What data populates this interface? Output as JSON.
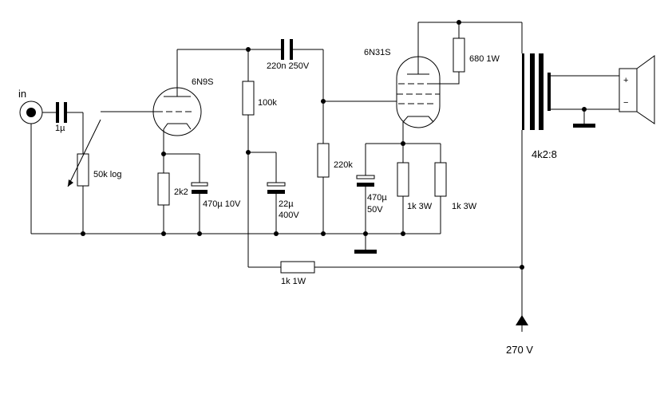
{
  "labels": {
    "input": "in",
    "c_in": "1µ",
    "pot": "50k log",
    "tube1": "6N9S",
    "rk1": "2k2",
    "ck1": "470µ 10V",
    "ra1": "100k",
    "c_couple": "220n 250V",
    "c_dec": "22µ",
    "c_dec_v": "400V",
    "rg2": "220k",
    "tube2": "6N31S",
    "rg2s": "680 1W",
    "ck2": "470µ",
    "ck2_v": "50V",
    "rk2a": "1k 3W",
    "rk2b": "1k 3W",
    "r_dec": "1k 1W",
    "transformer": "4k2:8",
    "supply": "270 V",
    "spk_plus": "+",
    "spk_minus": "−"
  }
}
